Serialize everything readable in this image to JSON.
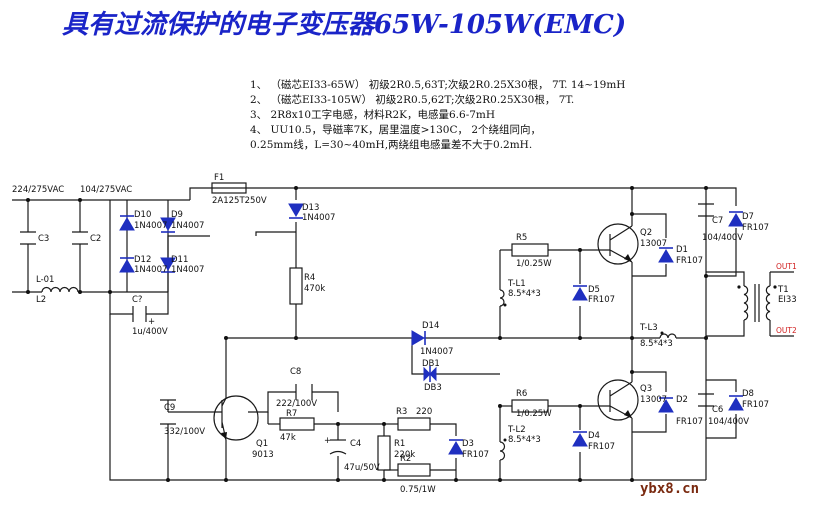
{
  "title": "具有过流保护的电子变压器65W-105W(EMC)",
  "notes": [
    "1、 （磁芯EI33-65W）   初级2R0.5,63T;次级2R0.25X30根，  7T.    14~19mH",
    "2、 （磁芯EI33-105W）  初级2R0.5,62T;次级2R0.25X30根，  7T.",
    "3、 2R8x10工字电感，材料R2K，电感量6.6-7mH",
    "4、 UU10.5，导磁率7K，居里温度>130C，  2个绕组同向，",
    "0.25mm线，L=30~40mH,两绕组电感量差不大于0.2mH."
  ],
  "labels": {
    "v_in1": "224/275VAC",
    "v_in2": "104/275VAC",
    "c3": "C3",
    "c2": "C2",
    "l01": "L-01",
    "l2": "L2",
    "d10": "D10",
    "d10v": "1N4007",
    "d9": "D9",
    "d9v": "1N4007",
    "d12": "D12",
    "d12v": "1N4007",
    "d11": "D11",
    "d11v": "1N4007",
    "f1": "F1",
    "f1v": "2A125T250V",
    "d13": "D13",
    "d13v": "1N4007",
    "c_bulk": "C?",
    "c_bulk_v": "1u/400V",
    "r4": "R4",
    "r4v": "470k",
    "r5": "R5",
    "r5v": "1/0.25W",
    "tl1": "T-L1",
    "tl1v": "8.5*4*3",
    "d5": "D5",
    "d5v": "FR107",
    "q2": "Q2",
    "q2v": "13007",
    "d1": "D1",
    "d1v": "FR107",
    "c7": "C7",
    "c7v": "104/400V",
    "d7": "D7",
    "d7v": "FR107",
    "t1": "T1",
    "t1v": "EI33",
    "out1": "OUT1",
    "out2": "OUT2",
    "d14": "D14",
    "d14v": "1N4007",
    "db1": "DB1",
    "db3": "DB3",
    "tl3": "T-L3",
    "tl3v": "8.5*4*3",
    "c8": "C8",
    "c8v": "222/100V",
    "r7": "R7",
    "r7v": "47k",
    "c9": "C9",
    "c9v": "332/100V",
    "q1": "Q1",
    "q1v": "9013",
    "c4": "C4",
    "c4v": "47u/50V",
    "r3": "R3",
    "r3v": "220",
    "r1": "R1",
    "r1v": "220k",
    "d3": "D3",
    "d3v": "FR107",
    "r2": "R2",
    "r2v": "0.75/1W",
    "r6": "R6",
    "r6v": "1/0.25W",
    "tl2": "T-L2",
    "tl2v": "8.5*4*3",
    "d4": "D4",
    "d4v": "FR107",
    "q3": "Q3",
    "q3v": "13007",
    "d2": "D2",
    "d2v": "FR107",
    "c6": "C6",
    "c6v": "104/400V",
    "d8": "D8",
    "d8v": "FR107",
    "plus": "+"
  },
  "watermark": "ybx8.cn",
  "colors": {
    "title": "#1a24c8",
    "diode": "#1f2fc0",
    "wire": "#1a1a1a",
    "output_label": "#d02020",
    "watermark": "#7a2a10"
  }
}
